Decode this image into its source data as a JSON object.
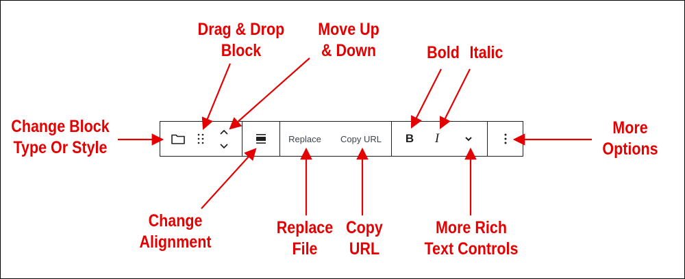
{
  "colors": {
    "annotation": "#e30000",
    "toolbar_border": "#1e1e1e",
    "toolbar_text": "#3c434a",
    "icon": "#1e1e1e"
  },
  "toolbar": {
    "block_type_icon": "folder-icon",
    "drag_handle_icon": "drag-handle-icon",
    "move_up_icon": "chevron-up-icon",
    "move_down_icon": "chevron-down-icon",
    "align_icon": "align-center-icon",
    "replace_label": "Replace",
    "copy_url_label": "Copy URL",
    "bold_label": "B",
    "italic_label": "I",
    "more_rich_text_icon": "chevron-down-icon",
    "more_options_icon": "more-vertical-icon"
  },
  "annotations": {
    "change_block": [
      "Change Block",
      "Type Or Style"
    ],
    "drag_drop": [
      "Drag & Drop",
      "Block"
    ],
    "move_up_down": [
      "Move Up",
      "& Down"
    ],
    "bold": "Bold",
    "italic": "Italic",
    "more_options": [
      "More",
      "Options"
    ],
    "change_alignment": [
      "Change",
      "Alignment"
    ],
    "replace_file": [
      "Replace",
      "File"
    ],
    "copy_url": [
      "Copy",
      "URL"
    ],
    "more_rich_text": [
      "More Rich",
      "Text Controls"
    ]
  }
}
